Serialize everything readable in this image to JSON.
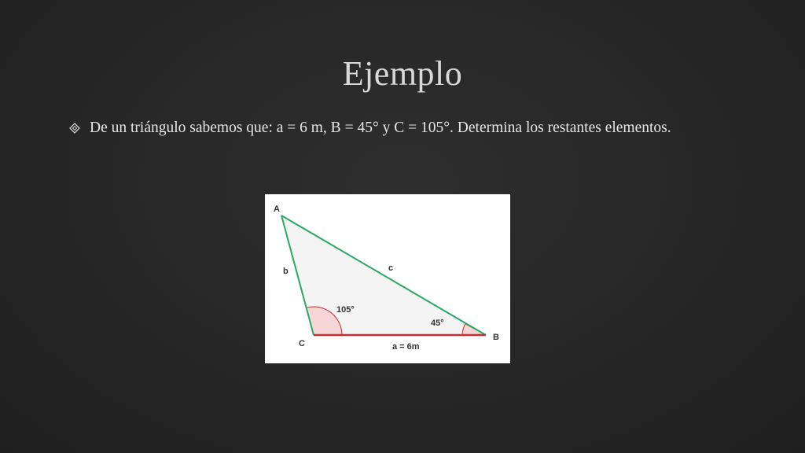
{
  "slide": {
    "title": "Ejemplo",
    "bullet_text": "De un triángulo sabemos que: a = 6 m, B = 45° y C = 105°. Determina los restantes elementos."
  },
  "diagram": {
    "vertex_labels": {
      "A": "A",
      "B": "B",
      "C": "C"
    },
    "side_labels": {
      "a": "a = 6m",
      "b": "b",
      "c": "c"
    },
    "angle_labels": {
      "C": "105°",
      "B": "45°"
    },
    "colors": {
      "side_ab": "#2aa866",
      "side_ac": "#2aa866",
      "side_cb": "#c43030",
      "fill": "#f4f4f4",
      "angle_fill": "#f6d6d6",
      "angle_stroke": "#c43030",
      "label_text": "#333333"
    }
  }
}
